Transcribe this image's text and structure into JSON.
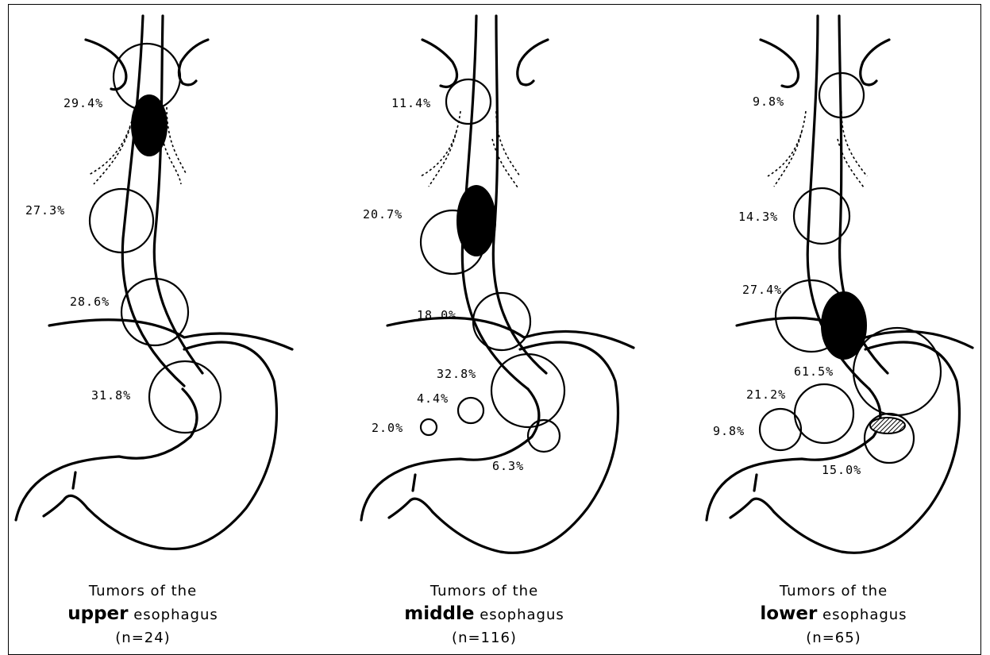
{
  "panels": [
    {
      "caption_line1": "Tumors of the",
      "caption_bold": "upper",
      "caption_rest": " esophagus",
      "caption_n": "(n=24)",
      "labels": [
        "29.4%",
        "27.3%",
        "28.6%",
        "31.8%"
      ]
    },
    {
      "caption_line1": "Tumors of the",
      "caption_bold": "middle",
      "caption_rest": " esophagus",
      "caption_n": "(n=116)",
      "labels": [
        "11.4%",
        "20.7%",
        "18.0%",
        "32.8%",
        "4.4%",
        "2.0%",
        "6.3%"
      ]
    },
    {
      "caption_line1": "Tumors of the",
      "caption_bold": "lower",
      "caption_rest": " esophagus",
      "caption_n": "(n=65)",
      "labels": [
        "9.8%",
        "14.3%",
        "27.4%",
        "61.5%",
        "21.2%",
        "9.8%",
        "15.0%"
      ]
    }
  ]
}
